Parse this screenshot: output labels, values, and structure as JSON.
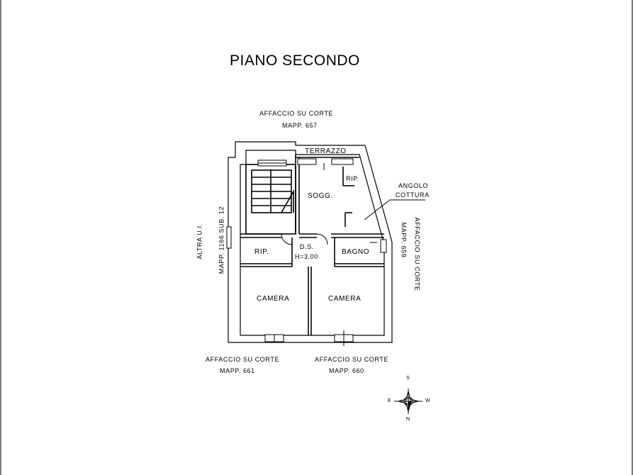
{
  "title": "PIANO SECONDO",
  "labels": {
    "top_outlook_1": "AFFACCIO SU CORTE",
    "top_outlook_2": "MAPP. 657",
    "left_boundary_1": "ALTRA U.I.",
    "left_boundary_2": "MAPP. 1166 SUB. 12",
    "right_outlook_1": "AFFACCIO SU CORTE",
    "right_outlook_2": "MAPP. 659",
    "bottom_left_1": "AFFACCIO SU CORTE",
    "bottom_left_2": "MAPP. 661",
    "bottom_right_1": "AFFACCIO SU CORTE",
    "bottom_right_2": "MAPP. 660"
  },
  "rooms": {
    "terrace": "TERRAZZO",
    "living": "SOGG.",
    "wc": "RIP.",
    "kitchen_1": "ANGOLO",
    "kitchen_2": "COTTURA",
    "storage": "RIP.",
    "hall_1": "D.S.",
    "hall_2": "H=3.00",
    "bath": "BAGNO",
    "bedroom_1": "CAMERA",
    "bedroom_2": "CAMERA"
  },
  "compass": {
    "north": "S",
    "south": "N",
    "west": "E",
    "east": "W"
  }
}
